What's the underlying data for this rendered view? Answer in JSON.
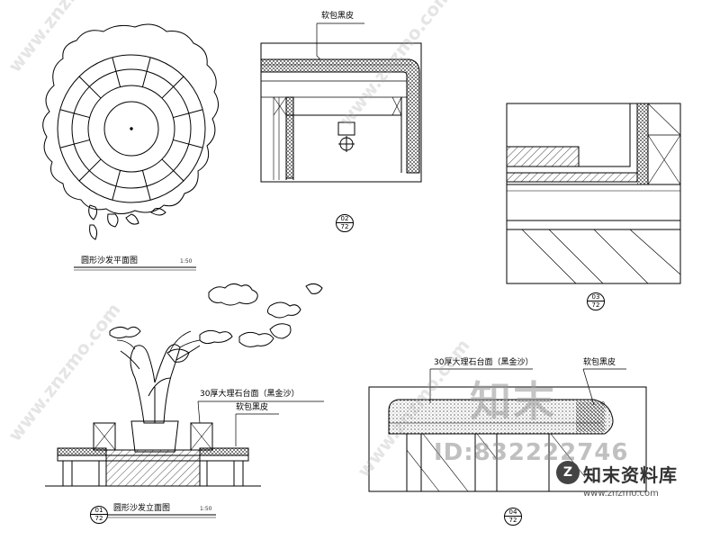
{
  "labels": {
    "soft_pack_top": "软包黑皮",
    "marble_left": "30厚大理石台面（黑金沙）",
    "soft_pack_left": "软包黑皮",
    "marble_right": "30厚大理石台面（黑金沙）",
    "soft_pack_right": "软包黑皮"
  },
  "titles": {
    "plan": "圆形沙发平面图",
    "elevation": "圆形沙发立面图"
  },
  "scales": {
    "plan": "1:50",
    "elevation": "1:50"
  },
  "section_tags": [
    {
      "top": "02",
      "bottom": "72"
    },
    {
      "top": "03",
      "bottom": "72"
    },
    {
      "top": "01",
      "bottom": "72"
    },
    {
      "top": "04",
      "bottom": "72"
    }
  ],
  "watermark": {
    "brand_cn": "知末",
    "id_text": "ID:832222746",
    "site": "www.znzmo.com",
    "logo_name": "知末资料库",
    "logo_url": "www.znzmo.com",
    "logo_mark": "Z"
  }
}
